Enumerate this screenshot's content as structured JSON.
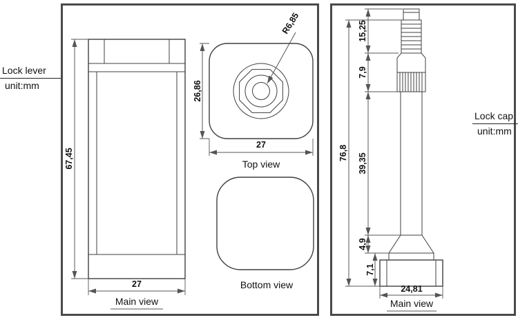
{
  "panels": {
    "left": {
      "side_label": {
        "title": "Lock lever",
        "unit": "unit:mm"
      },
      "main_view": {
        "caption": "Main view",
        "height": "67,45",
        "width": "27"
      },
      "top_view": {
        "caption": "Top view",
        "height": "26,86",
        "width": "27",
        "radius": "R6,85"
      },
      "bottom_view": {
        "caption": "Bottom view"
      }
    },
    "right": {
      "side_label": {
        "title": "Lock cap",
        "unit": "unit:mm"
      },
      "main_view": {
        "caption": "Main view",
        "width": "24,81",
        "dims": {
          "head": "15,25",
          "collar": "7,9",
          "overall": "76,8",
          "shaft": "39,35",
          "taper": "4,9",
          "flange": "7,1"
        }
      }
    }
  },
  "colors": {
    "outline": "#3f3f3f",
    "dimension": "#555555",
    "frame": "#4a4a4a",
    "text": "#111111"
  }
}
